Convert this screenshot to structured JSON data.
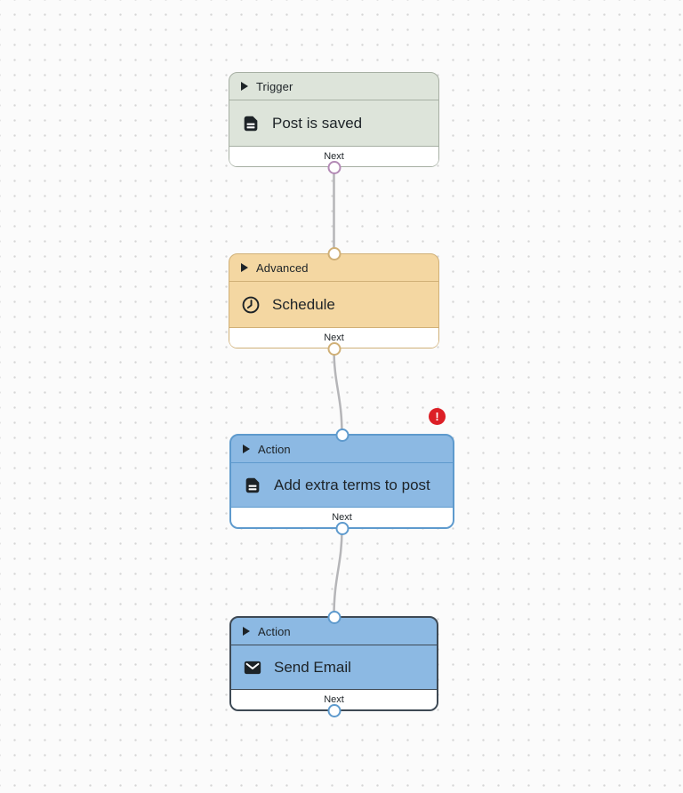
{
  "canvas": {
    "background_color": "#fbfbfb",
    "dot_color": "#d5d5d5",
    "wire_color": "#b5b5b8"
  },
  "nodes": [
    {
      "category": "Trigger",
      "title": "Post is saved",
      "icon": "document-icon",
      "output_label": "Next",
      "colors": {
        "fill": "#dde4da",
        "border": "#a6afa3",
        "port": "#b38ab5"
      },
      "has_input_port": false,
      "has_output_port": true,
      "has_error": false,
      "selected": false
    },
    {
      "category": "Advanced",
      "title": "Schedule",
      "icon": "clock-icon",
      "output_label": "Next",
      "colors": {
        "fill": "#f4d7a2",
        "border": "#d0b077",
        "port": "#d0b077"
      },
      "has_input_port": true,
      "has_output_port": true,
      "has_error": false,
      "selected": false
    },
    {
      "category": "Action",
      "title": "Add extra terms to post",
      "icon": "document-icon",
      "output_label": "Next",
      "colors": {
        "fill": "#8cb9e3",
        "border": "#5e9acd",
        "port": "#5e9acd"
      },
      "has_input_port": true,
      "has_output_port": true,
      "has_error": true,
      "selected": false
    },
    {
      "category": "Action",
      "title": "Send Email",
      "icon": "envelope-icon",
      "output_label": "Next",
      "colors": {
        "fill": "#8cb9e3",
        "border": "#3e4954",
        "port": "#5e9acd"
      },
      "has_input_port": true,
      "has_output_port": true,
      "has_error": false,
      "selected": true
    }
  ],
  "error_badge": {
    "symbol": "!",
    "color": "#dc1f26"
  }
}
